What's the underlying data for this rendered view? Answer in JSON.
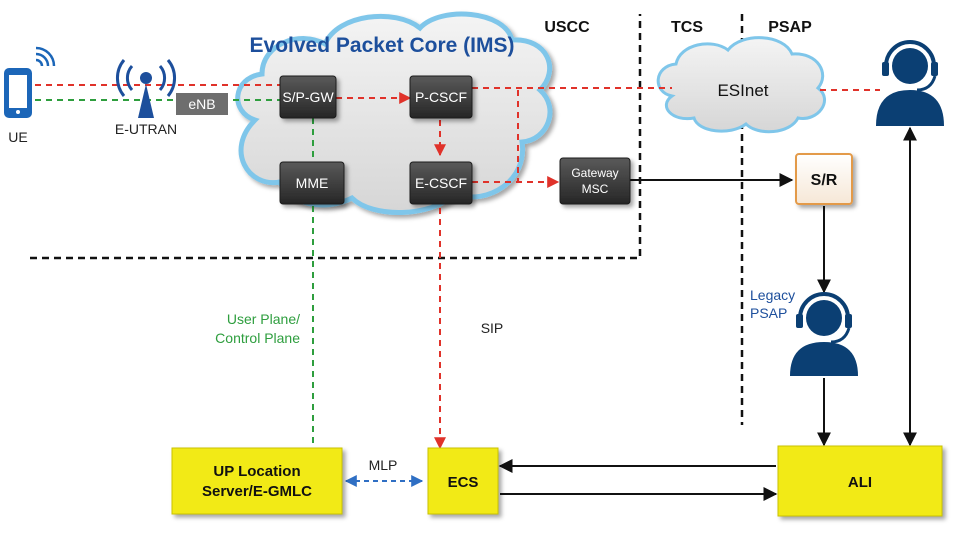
{
  "cloud": {
    "title": "Evolved Packet Core (IMS)"
  },
  "regions": {
    "uscc": "USCC",
    "tcs": "TCS",
    "psap": "PSAP"
  },
  "ue": {
    "label": "UE"
  },
  "eutran": {
    "label": "E-UTRAN"
  },
  "enb": {
    "label": "eNB"
  },
  "nodes": {
    "spgw": "S/P-GW",
    "pcscf": "P-CSCF",
    "mme": "MME",
    "ecscf": "E-CSCF",
    "gateway_msc": [
      "Gateway",
      "MSC"
    ],
    "esinet": "ESInet",
    "sr": "S/R",
    "up_location_server": [
      "UP Location",
      "Server/E-GMLC"
    ],
    "ecs": "ECS",
    "ali": "ALI"
  },
  "labels": {
    "user_control_plane": [
      "User Plane/",
      "Control Plane"
    ],
    "sip": "SIP",
    "mlp": "MLP",
    "legacy_psap": [
      "Legacy",
      "PSAP"
    ]
  },
  "colors": {
    "dark_box": "#3a3a3a",
    "yellow_box": "#f2ea17",
    "red_dashed": "#e0322a",
    "green_dashed": "#2e9e3e",
    "blue_dashed": "#2f6fc4",
    "operator_icon": "#0b3f73",
    "title_blue": "#1d4f9c",
    "ue_icon": "#1c66b8"
  }
}
